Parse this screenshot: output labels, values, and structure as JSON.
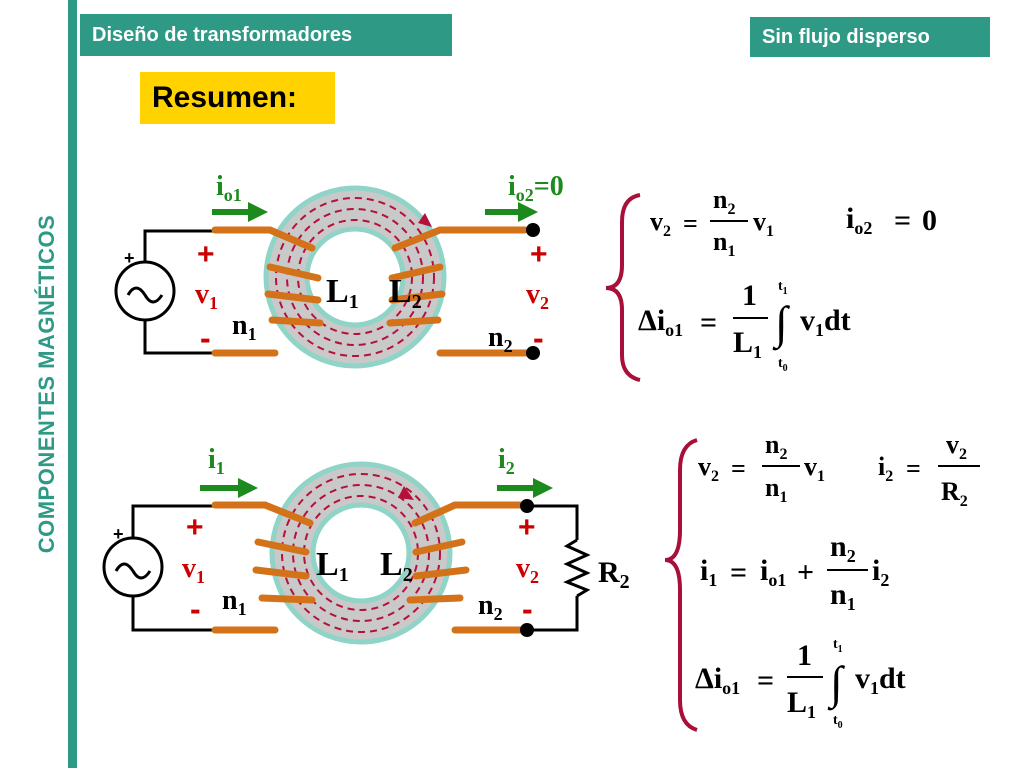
{
  "colors": {
    "teal": "#2e9a86",
    "yellow": "#ffd200",
    "copper": "#d4721a",
    "arrow": "#1d8a1d",
    "polarity": "#cc0000",
    "core_fill": "#c9c9c9",
    "core_rim": "#8fd4c6",
    "flux": "#b5103a",
    "bracket": "#a8103a"
  },
  "header": {
    "left_title": "Diseño de transformadores",
    "right_title": "Sin flujo disperso"
  },
  "side_label": "COMPONENTES MAGNÉTICOS",
  "summary_title": "Resumen:",
  "top_circuit": {
    "source_plus": "+",
    "current_in": {
      "main": "i",
      "sub": "o1"
    },
    "current_out": {
      "main": "i",
      "sub": "o2",
      "suffix": "=0"
    },
    "v1": {
      "main": "v",
      "sub": "1"
    },
    "v2": {
      "main": "v",
      "sub": "2"
    },
    "n1": {
      "main": "n",
      "sub": "1"
    },
    "n2": {
      "main": "n",
      "sub": "2"
    },
    "L1": {
      "main": "L",
      "sub": "1"
    },
    "L2": {
      "main": "L",
      "sub": "2"
    },
    "plus": "+",
    "minus": "-"
  },
  "bottom_circuit": {
    "source_plus": "+",
    "current_in": {
      "main": "i",
      "sub": "1"
    },
    "current_out": {
      "main": "i",
      "sub": "2"
    },
    "v1": {
      "main": "v",
      "sub": "1"
    },
    "v2": {
      "main": "v",
      "sub": "2"
    },
    "n1": {
      "main": "n",
      "sub": "1"
    },
    "n2": {
      "main": "n",
      "sub": "2"
    },
    "L1": {
      "main": "L",
      "sub": "1"
    },
    "L2": {
      "main": "L",
      "sub": "2"
    },
    "R2": {
      "main": "R",
      "sub": "2"
    },
    "plus": "+",
    "minus": "-"
  },
  "equations_top": {
    "eq1": {
      "lhs": "v",
      "lhs_sub": "2",
      "eq": "=",
      "num": "n",
      "num_sub": "2",
      "den": "n",
      "den_sub": "1",
      "rhs": "v",
      "rhs_sub": "1"
    },
    "eq2": {
      "lhs": "i",
      "lhs_sub": "o2",
      "eq": "=",
      "rhs": "0"
    },
    "eq3": {
      "delta": "Δ",
      "lhs": "i",
      "lhs_sub": "o1",
      "eq": "=",
      "num": "1",
      "den": "L",
      "den_sub": "1",
      "integral": "∫",
      "upper": "t",
      "upper_sub": "1",
      "lower": "t",
      "lower_sub": "0",
      "integrand": "v",
      "integrand_sub": "1",
      "dt": "dt"
    }
  },
  "equations_bottom": {
    "eq1": {
      "lhs": "v",
      "lhs_sub": "2",
      "eq": "=",
      "num": "n",
      "num_sub": "2",
      "den": "n",
      "den_sub": "1",
      "rhs": "v",
      "rhs_sub": "1"
    },
    "eq2": {
      "lhs": "i",
      "lhs_sub": "2",
      "eq": "=",
      "num": "v",
      "num_sub": "2",
      "den": "R",
      "den_sub": "2"
    },
    "eq3": {
      "lhs": "i",
      "lhs_sub": "1",
      "eq": "=",
      "term1": "i",
      "term1_sub": "o1",
      "plus": "+",
      "num": "n",
      "num_sub": "2",
      "den": "n",
      "den_sub": "1",
      "term2": "i",
      "term2_sub": "2"
    },
    "eq4": {
      "delta": "Δ",
      "lhs": "i",
      "lhs_sub": "o1",
      "eq": "=",
      "num": "1",
      "den": "L",
      "den_sub": "1",
      "integral": "∫",
      "upper": "t",
      "upper_sub": "1",
      "lower": "t",
      "lower_sub": "0",
      "integrand": "v",
      "integrand_sub": "1",
      "dt": "dt"
    }
  }
}
